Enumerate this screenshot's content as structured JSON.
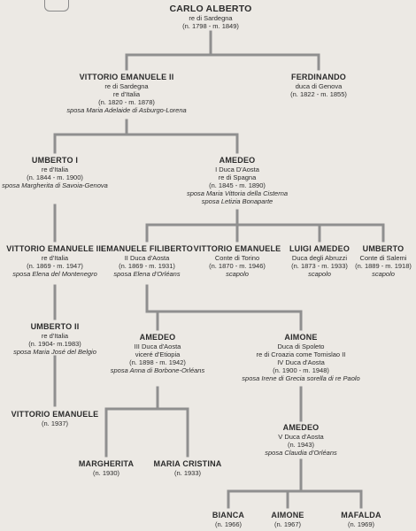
{
  "persons": {
    "carlo_alberto": {
      "name": "CARLO ALBERTO",
      "lines": [
        "re di Sardegna",
        "(n. 1798 - m. 1849)"
      ]
    },
    "vittorio_emanuele_ii": {
      "name": "VITTORIO EMANUELE II",
      "lines": [
        "re di Sardegna",
        "re d'Italia",
        "(n. 1820 - m. 1878)"
      ],
      "spouse": "sposa Maria Adelaide di Asburgo-Lorena"
    },
    "ferdinando": {
      "name": "FERDINANDO",
      "lines": [
        "duca di Genova",
        "(n. 1822 - m. 1855)"
      ]
    },
    "umberto_i": {
      "name": "UMBERTO I",
      "lines": [
        "re d'Italia",
        "(n. 1844 - m. 1900)"
      ],
      "spouse": "sposa Margherita di Savoia-Genova"
    },
    "amedeo_i": {
      "name": "AMEDEO",
      "lines": [
        "I Duca D'Aosta",
        "re di Spagna",
        "(n. 1845 - m. 1890)"
      ],
      "spouse": "sposa Maria Vittoria della Cisterna",
      "spouse2": "sposa Letizia Bonaparte"
    },
    "vittorio_emanuele_iii": {
      "name": "VITTORIO EMANUELE III",
      "lines": [
        "re d'Italia",
        "(n. 1869 - m. 1947)"
      ],
      "spouse": "sposa Elena del Montenegro"
    },
    "emanuele_filiberto": {
      "name": "EMANUELE FILIBERTO",
      "lines": [
        "II Duca d'Aosta",
        "(n. 1869 - m. 1931)"
      ],
      "spouse": "sposa Elena d'Orléans"
    },
    "vittorio_emanuele_torino": {
      "name": "VITTORIO EMANUELE",
      "lines": [
        "Conte di Torino",
        "(n. 1870 - m. 1946)"
      ],
      "spouse": "scapolo"
    },
    "luigi_amedeo": {
      "name": "LUIGI AMEDEO",
      "lines": [
        "Duca degli Abruzzi",
        "(n. 1873 - m. 1933)"
      ],
      "spouse": "scapolo"
    },
    "umberto_salemi": {
      "name": "UMBERTO",
      "lines": [
        "Conte di Salemi",
        "(n. 1889 - m. 1918)"
      ],
      "spouse": "scapolo"
    },
    "umberto_ii": {
      "name": "UMBERTO II",
      "lines": [
        "re d'Italia",
        "(n. 1904- m.1983)"
      ],
      "spouse": "sposa Maria José del Belgio"
    },
    "amedeo_iii": {
      "name": "AMEDEO",
      "lines": [
        "III Duca d'Aosta",
        "viceré d'Etiopia",
        "(n. 1898 - m. 1942)"
      ],
      "spouse": "sposa Anna di Borbone-Orléans"
    },
    "aimone": {
      "name": "AIMONE",
      "lines": [
        "Duca di Spoleto",
        "re di Croazia come Tomislao II",
        "IV Duca d'Aosta",
        "(n. 1900 - m. 1948)"
      ],
      "spouse": "sposa Irene di Grecia sorella di re Paolo"
    },
    "vittorio_emanuele_1937": {
      "name": "VITTORIO EMANUELE",
      "lines": [
        "(n. 1937)"
      ]
    },
    "amedeo_v": {
      "name": "AMEDEO",
      "lines": [
        "V Duca d'Aosta",
        "(n. 1943)"
      ],
      "spouse": "sposa Claudia d'Orléans"
    },
    "margherita": {
      "name": "MARGHERITA",
      "lines": [
        "(n. 1930)"
      ]
    },
    "maria_cristina": {
      "name": "MARIA CRISTINA",
      "lines": [
        "(n. 1933)"
      ]
    },
    "bianca": {
      "name": "BIANCA",
      "lines": [
        "(n. 1966)"
      ]
    },
    "aimone_1967": {
      "name": "AIMONE",
      "lines": [
        "(n. 1967)"
      ]
    },
    "mafalda": {
      "name": "MAFALDA",
      "lines": [
        "(n. 1969)"
      ]
    }
  },
  "colors": {
    "line": "#8f8f8f",
    "background": "#ece9e4",
    "text": "#2b2b2b"
  }
}
